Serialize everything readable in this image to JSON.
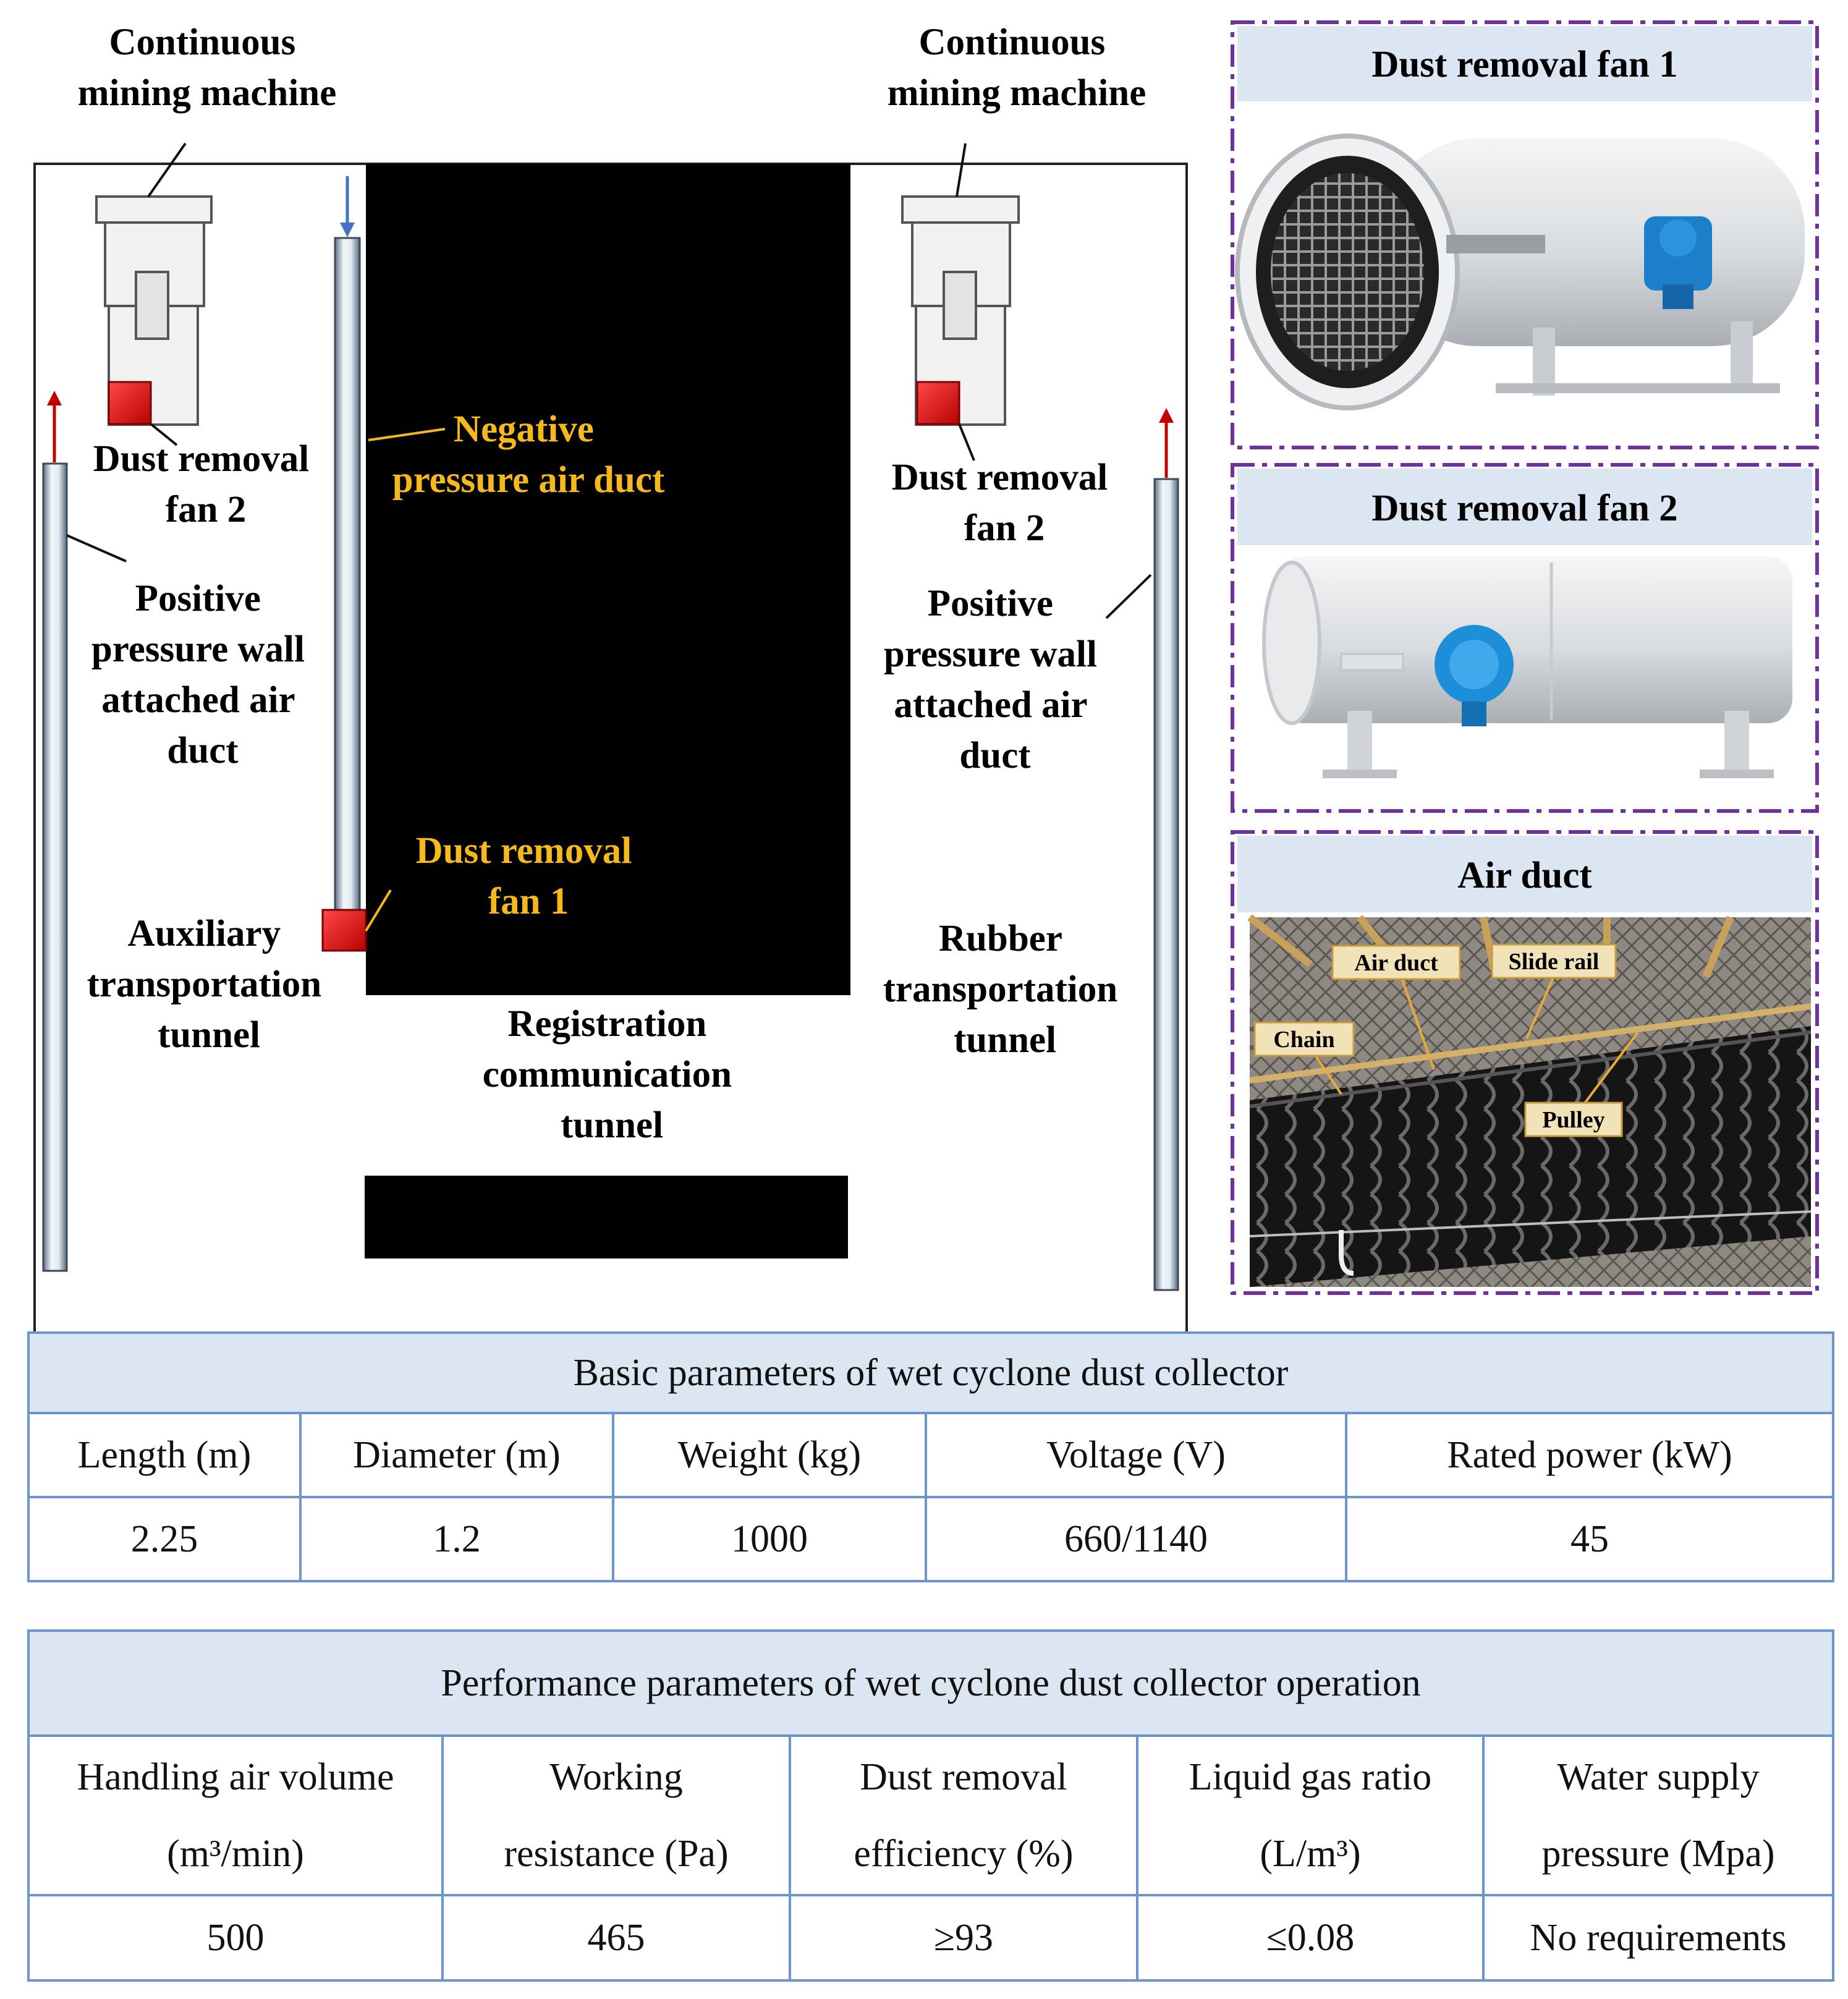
{
  "diagram": {
    "left_tunnel": {
      "machine_label": [
        "Continuous",
        "mining machine"
      ],
      "fan2_label": [
        "Dust removal",
        "fan 2"
      ],
      "positive_duct_label": [
        "Positive",
        "pressure wall",
        "attached air",
        "duct"
      ],
      "tunnel_label": [
        "Auxiliary",
        "transportation",
        "tunnel"
      ]
    },
    "center": {
      "negative_duct_label": [
        "Negative",
        "pressure air duct"
      ],
      "fan1_label": [
        "Dust removal",
        "fan 1"
      ],
      "tunnel_label": [
        "Registration",
        "communication",
        "tunnel"
      ]
    },
    "right_tunnel": {
      "machine_label": [
        "Continuous",
        "mining machine"
      ],
      "fan2_label": [
        "Dust removal",
        "fan 2"
      ],
      "positive_duct_label": [
        "Positive",
        "pressure wall",
        "attached air",
        "duct"
      ],
      "tunnel_label": [
        "Rubber",
        "transportation",
        "tunnel"
      ]
    },
    "colors": {
      "fan": "#D40000",
      "highlight_text": "#F5B91C",
      "panel_border": "#7030A0",
      "panel_header": "#DCE6F2",
      "arrow_up": "#C00000",
      "arrow_down": "#4472C4"
    }
  },
  "panels": [
    {
      "title": "Dust removal fan 1"
    },
    {
      "title": "Dust removal fan 2"
    },
    {
      "title": "Air duct",
      "photo_labels": [
        "Air duct",
        "Slide rail",
        "Chain",
        "Pulley"
      ]
    }
  ],
  "tables": {
    "basic": {
      "title": "Basic parameters of wet cyclone dust collector",
      "headers": [
        "Length (m)",
        "Diameter (m)",
        "Weight (kg)",
        "Voltage (V)",
        "Rated power  (kW)"
      ],
      "values": [
        "2.25",
        "1.2",
        "1000",
        "660/1140",
        "45"
      ]
    },
    "performance": {
      "title": "Performance parameters of wet cyclone dust collector operation",
      "headers": [
        [
          "Handling air volume",
          "(m³/min)"
        ],
        [
          "Working",
          "resistance (Pa)"
        ],
        [
          "Dust removal",
          "efficiency (%)"
        ],
        [
          "Liquid gas ratio",
          "(L/m³)"
        ],
        [
          "Water supply",
          "pressure (Mpa)"
        ]
      ],
      "values": [
        "500",
        "465",
        "≥93",
        "≤0.08",
        "No requirements"
      ]
    }
  }
}
